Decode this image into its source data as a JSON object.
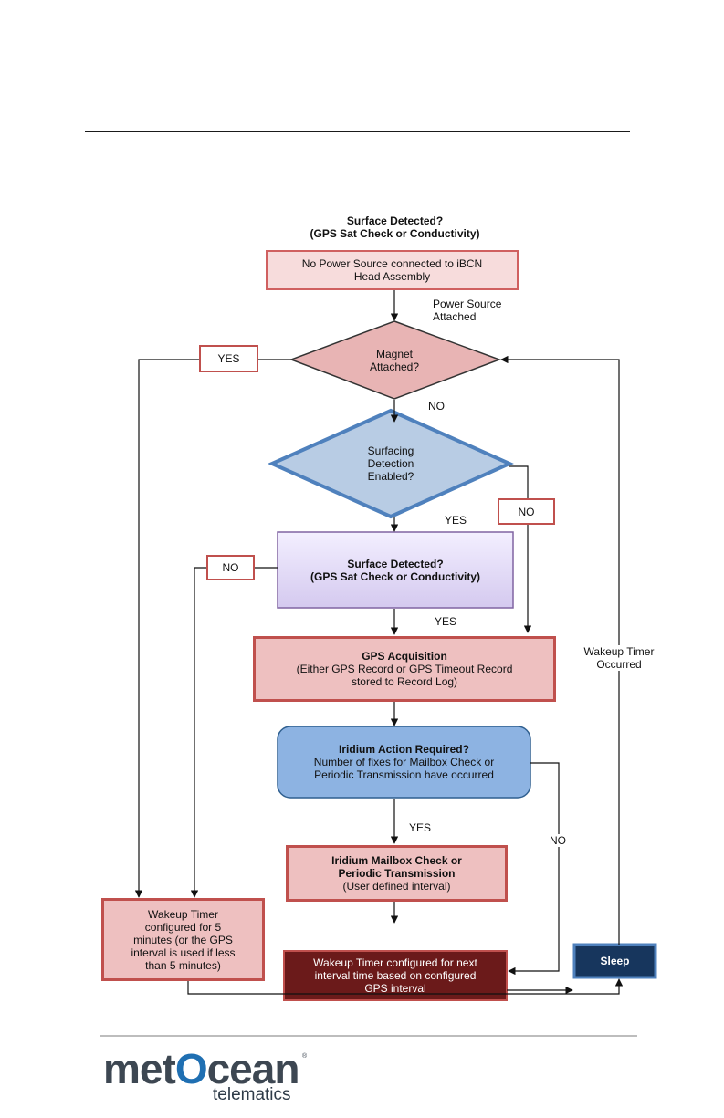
{
  "diagram": {
    "title_line1": "Surface Detected?",
    "title_line2": "(GPS Sat Check or Conductivity)",
    "nodes": {
      "no_power": {
        "line1": "No Power Source connected to iBCN",
        "line2": "Head Assembly"
      },
      "magnet": {
        "line1": "Magnet",
        "line2": "Attached?"
      },
      "surfacing_detection": {
        "line1": "Surfacing",
        "line2": "Detection",
        "line3": "Enabled?"
      },
      "surface_detected": {
        "line1": "Surface Detected?",
        "line2": "(GPS Sat Check or Conductivity)"
      },
      "gps_acquisition": {
        "line1": "GPS Acquisition",
        "line2": "(Either GPS Record or GPS Timeout Record",
        "line3": "stored to Record Log)"
      },
      "iridium_action": {
        "line1": "Iridium Action Required?",
        "line2": "Number of fixes for Mailbox Check or",
        "line3": "Periodic Transmission have occurred"
      },
      "iridium_mailbox": {
        "line1": "Iridium Mailbox Check or",
        "line2": "Periodic Transmission",
        "line3": "(User defined interval)"
      },
      "wakeup_next": {
        "line1": "Wakeup Timer configured for next",
        "line2": "interval time based on configured",
        "line3": "GPS interval"
      },
      "wakeup_5min": {
        "line1": "Wakeup Timer",
        "line2": "configured for 5",
        "line3": "minutes (or the GPS",
        "line4": "interval is used if less",
        "line5": "than 5 minutes)"
      },
      "sleep": {
        "label": "Sleep"
      }
    },
    "edge_labels": {
      "power_attached_1": "Power Source",
      "power_attached_2": "Attached",
      "magnet_yes": "YES",
      "magnet_no": "NO",
      "detection_no": "NO",
      "detection_yes": "YES",
      "surface_no": "NO",
      "surface_yes": "YES",
      "iridium_yes": "YES",
      "iridium_no": "NO",
      "wakeup_occurred_1": "Wakeup Timer",
      "wakeup_occurred_2": "Occurred"
    },
    "colors": {
      "pink_fill": "#eec0c0",
      "red_border": "#c0504d",
      "blue_fill": "#b8cce4",
      "blue_border": "#4f81bd",
      "purple_fill": "#e4dcf4",
      "dark_red": "#6b1a1a",
      "navy": "#17365d"
    }
  },
  "footer": {
    "logo_text_pre": "met",
    "logo_text_o": "O",
    "logo_text_post": "cean",
    "logo_reg": "®",
    "logo_sub": "telematics"
  }
}
